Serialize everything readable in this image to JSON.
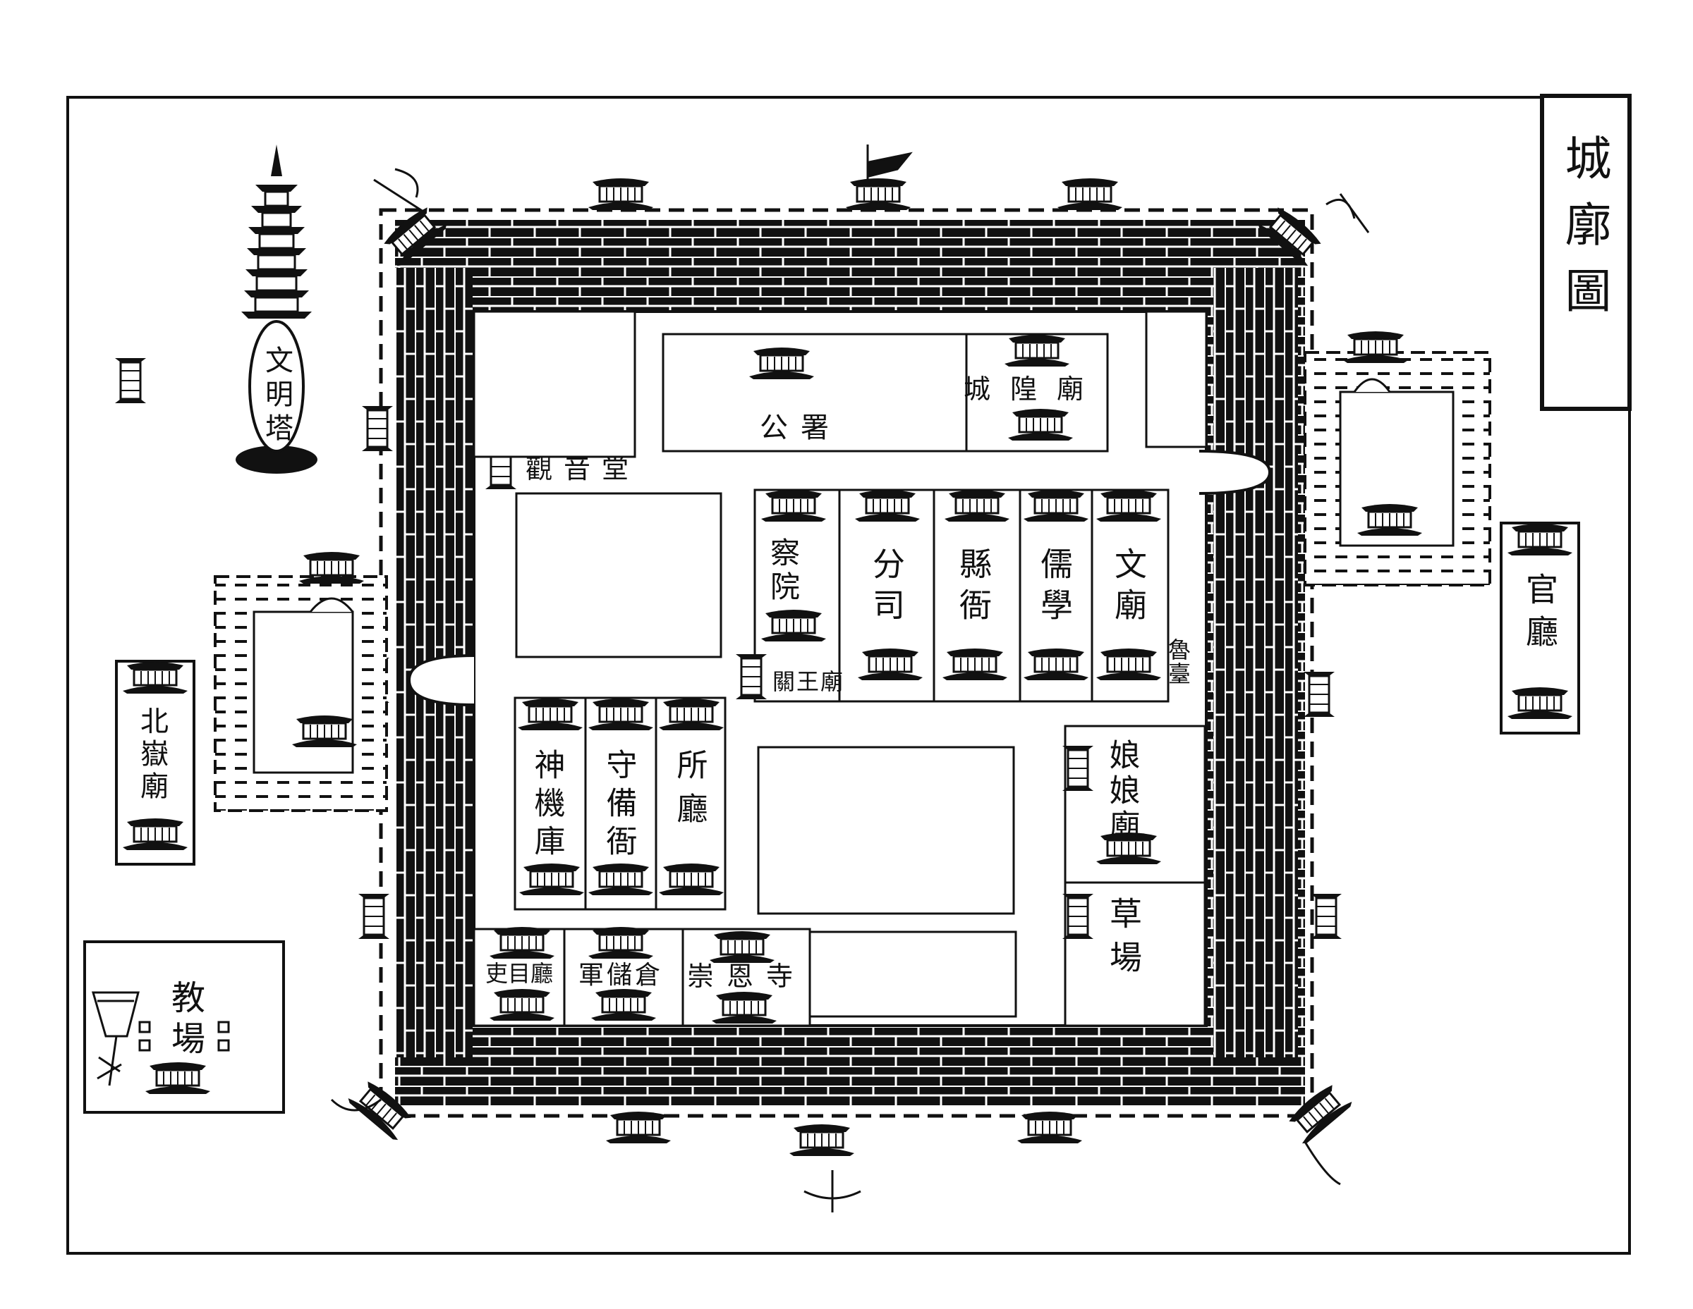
{
  "title": "城廓圖",
  "labels": {
    "wenming_ta": "文明塔",
    "guanyin_tang": "觀音堂",
    "gongshu": "公署",
    "chenghuang_miao": "城隍廟",
    "chayuan": "察院",
    "fensi": "分司",
    "xianya": "縣衙",
    "ruxue": "儒學",
    "wenmiao": "文廟",
    "guanwang_miao": "關王廟",
    "lutai": "魯臺",
    "guanting": "官廳",
    "beiyue_miao": "北嶽廟",
    "shenji_ku": "神機庫",
    "shoubei_ya": "守備衙",
    "suoting": "所廳",
    "niangniang_miao": "娘娘廟",
    "caochang": "草場",
    "limu_ting": "吏目廳",
    "junchu_cang": "軍儲倉",
    "chongen_si": "崇恩寺",
    "jiaochang": "教場"
  },
  "colors": {
    "ink": "#111111",
    "paper": "#ffffff"
  },
  "icons": [
    "pagoda-icon",
    "gate-tower-icon",
    "pavilion-icon",
    "flag-icon",
    "banner-icon",
    "incense-burner-icon"
  ]
}
